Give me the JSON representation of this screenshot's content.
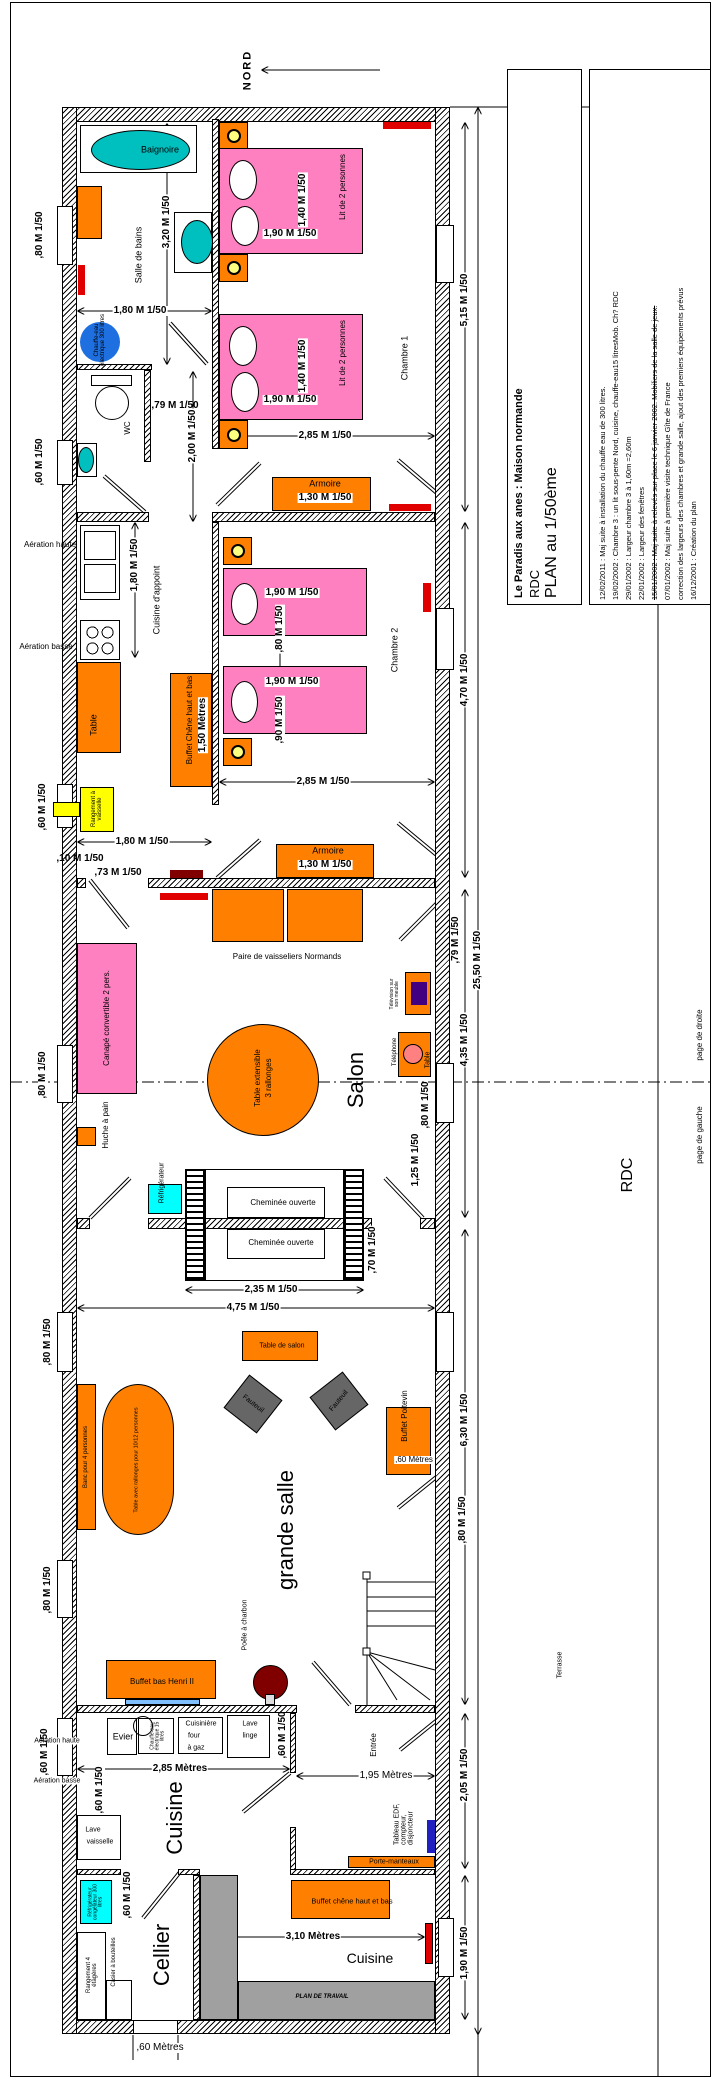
{
  "compass": {
    "label": "NORD"
  },
  "title_block": {
    "title": "Le Paradis aux anes :  Maison normande",
    "level": "RDC",
    "scale": "PLAN au 1/50ème"
  },
  "notes": [
    "12/02/2011 : Maj suite à installation du chauffe eau de 300 litres.",
    "19/02/2002 : Chambre 3 : un lit sous-pente Nord, cuisine, chauffe-eau15 litresMob. Ch? RDC",
    "29/01/2002 : Largeur chambre 3 à 1,60m =2,60m",
    "22/01/2002 : Largeur des fenêtres",
    "15/01/2002 : Maj suite à relevés sur place le 6 janvier 2002. Mobiliers de la salle de jeux.",
    "07/01/2002 : Maj suite à première visite technique Gîte de France",
    "correction des largeurs des chambres et grande salle, ajout des premiers équipements prévus",
    "16/12/2001 : Création du plan"
  ],
  "sheet": {
    "level_label": "RDC",
    "page_left": "page de gauche",
    "page_right": "page de droite",
    "terrace": "Terrasse"
  },
  "rooms": {
    "bathroom": "Salle de bains",
    "wc": "WC",
    "bedroom1": "Chambre 1",
    "kitchenette": "Cuisine d'appoint",
    "bedroom2": "Chambre 2",
    "salon": "Salon",
    "great_room": "grande salle",
    "kitchen": "Cuisine",
    "cellar": "Cellier",
    "entrance": "Entrée",
    "kitchen2": "Cuisine"
  },
  "furniture": {
    "bathtub": "Baignoire",
    "water_heater": "Chauffe-eau électrique 300 litres",
    "bed_double_1": "Lit de 2 personnes",
    "bed_double_2": "Lit de 2 personnes",
    "wardrobe1": "Armoire",
    "wardrobe2": "Armoire",
    "vent_high": "Aération haute",
    "vent_low": "Aération basse",
    "table": "Table",
    "dish_rack": "Rangement à vaisselle",
    "buffet_oak": "Buffet Chêne haut et bas",
    "dressers": "Paire de vaisseliers  Normands",
    "sofa": "Canapé convertible 2 pers.",
    "round_table_1": "Table extensible",
    "round_table_2": "3 rallonges",
    "tv": "Télévision sur son meuble",
    "phone": "Téléphone",
    "phone_table": "Table",
    "bread_bin": "Huche à pain",
    "fridge": "Réfrigérateur",
    "fireplace1": "Cheminée ouverte",
    "fireplace2": "Cheminée ouverte",
    "coffee_table": "Table de salon",
    "armchair1": "Fauteuil",
    "armchair2": "Fauteuil",
    "bench": "Banc pour 4 personnes",
    "dining_table": "Table avec rallonges pour 10/12 personnes",
    "buffet_poitevin": "Buffet Poitevin",
    "buffet_henri": "Buffet  bas Henri II",
    "coal_stove": "Poêle à charbon",
    "sink": "Evier",
    "water_heater_small": "Chauffe-eau électrique 15 litres",
    "cooker_1": "Cuisinière",
    "cooker_2": "four",
    "cooker_3": "à gaz",
    "washer_1": "Lave",
    "washer_2": "linge",
    "dishwasher_1": "Lave",
    "dishwasher_2": "vaisselle",
    "fridge_freezer": "Réfrigérateur congélateur 300 litres",
    "shelves": "Rangement 4 étagères",
    "bottle_rack": "Casier à bouteilles",
    "edf_panel": "Tableau EDF, compteur, disjoncteur",
    "coat_rack": "Porte-manteaux",
    "buffet_oak2": "Buffet chêne haut et bas",
    "worktop": "PLAN DE TRAVAIL"
  },
  "dims": [
    "3,20 M 1/50",
    "1,80 M 1/50",
    ",80 M 1/50",
    ",60 M 1/50",
    "1,40 M 1/50",
    "1,90 M 1/50",
    "1,40 M 1/50",
    "1,90 M 1/50",
    ",79 M 1/50",
    "2,00 M 1/50",
    "2,85 M 1/50",
    "1,30 M 1/50",
    "5,15 M 1/50",
    "1,80 M 1/50",
    "1,90 M 1/50",
    ",80 M 1/50",
    "1,90 M 1/50",
    ",90 M 1/50",
    "1,50 Mètres",
    "2,85 M 1/50",
    ",60 M 1/50",
    "1,80 M 1/50",
    ",10 M 1/50",
    ",73 M 1/50",
    "1,30 M 1/50",
    "4,70 M 1/50",
    ",79 M 1/50",
    "4,35 M 1/50",
    "25,50 M 1/50",
    ",80 M 1/50",
    ",80 M 1/50",
    "1,25 M 1/50",
    ",70 M 1/50",
    "2,35 M 1/50",
    "4,75 M 1/50",
    ",80 M 1/50",
    ",60 Mètres",
    "6,30 M 1/50",
    ",80 M 1/50",
    ",80 M 1/50",
    ",60 M 1/50",
    ",60 M 1/50",
    "2,85 Mètres",
    ",60 M 1/50",
    "1,95 Mètres",
    "2,05 M 1/50",
    ",60 M 1/50",
    "3,10 Mètres",
    "1,90 M 1/50",
    ",60 Mètres"
  ],
  "colors": {
    "furniture": "#ff8000",
    "bed": "#ff80c0",
    "sanitary": "#00bfbf",
    "heater": "#e00000"
  }
}
